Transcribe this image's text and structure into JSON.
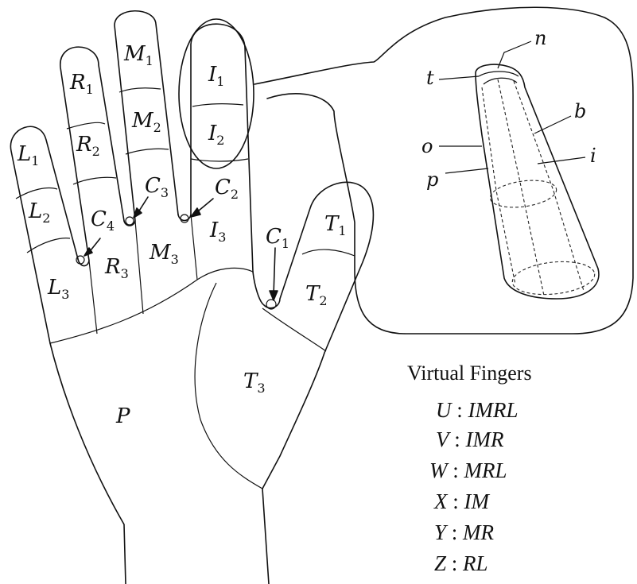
{
  "labels": {
    "L1": {
      "base": "L",
      "sub": "1"
    },
    "L2": {
      "base": "L",
      "sub": "2"
    },
    "L3": {
      "base": "L",
      "sub": "3"
    },
    "R1": {
      "base": "R",
      "sub": "1"
    },
    "R2": {
      "base": "R",
      "sub": "2"
    },
    "R3": {
      "base": "R",
      "sub": "3"
    },
    "M1": {
      "base": "M",
      "sub": "1"
    },
    "M2": {
      "base": "M",
      "sub": "2"
    },
    "M3": {
      "base": "M",
      "sub": "3"
    },
    "I1": {
      "base": "I",
      "sub": "1"
    },
    "I2": {
      "base": "I",
      "sub": "2"
    },
    "I3": {
      "base": "I",
      "sub": "3"
    },
    "T1": {
      "base": "T",
      "sub": "1"
    },
    "T2": {
      "base": "T",
      "sub": "2"
    },
    "T3": {
      "base": "T",
      "sub": "3"
    },
    "C1": {
      "base": "C",
      "sub": "1"
    },
    "C2": {
      "base": "C",
      "sub": "2"
    },
    "C3": {
      "base": "C",
      "sub": "3"
    },
    "C4": {
      "base": "C",
      "sub": "4"
    },
    "P": "P"
  },
  "finger_detail": {
    "n": "n",
    "t": "t",
    "b": "b",
    "o": "o",
    "i": "i",
    "p": "p"
  },
  "legend": {
    "title": "Virtual Fingers",
    "rows": [
      {
        "key": "U",
        "sep": " : ",
        "value": "IMRL"
      },
      {
        "key": "V",
        "sep": " : ",
        "value": "IMR"
      },
      {
        "key": "W",
        "sep": " : ",
        "value": "MRL"
      },
      {
        "key": "X",
        "sep": " : ",
        "value": "IM"
      },
      {
        "key": "Y",
        "sep": " : ",
        "value": "MR"
      },
      {
        "key": "Z",
        "sep": " : ",
        "value": "RL"
      }
    ]
  }
}
